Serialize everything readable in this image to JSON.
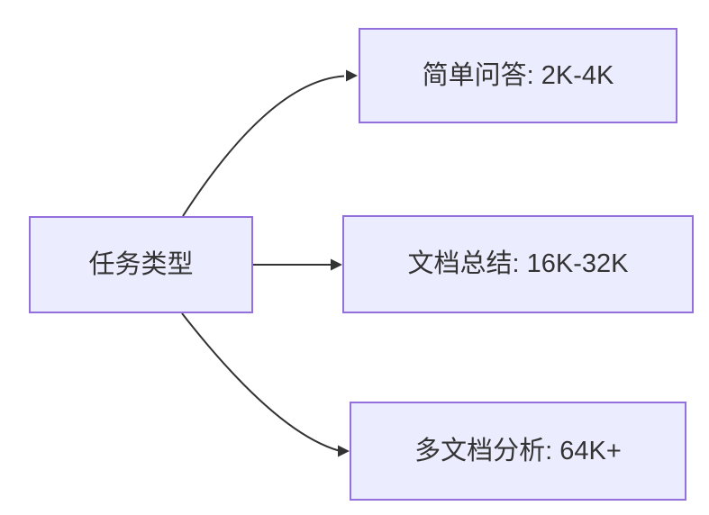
{
  "diagram": {
    "type": "flowchart-left-to-right",
    "background": "#FFFFFF",
    "colors": {
      "node_fill": "#ECECFF",
      "node_border": "#9370DB",
      "edge": "#333333",
      "text": "#333333"
    },
    "root": {
      "label": "任务类型"
    },
    "branches": [
      {
        "label": "简单问答: 2K-4K"
      },
      {
        "label": "文档总结: 16K-32K"
      },
      {
        "label": "多文档分析: 64K+"
      }
    ],
    "edges": [
      {
        "from": "任务类型",
        "to": "简单问答: 2K-4K"
      },
      {
        "from": "任务类型",
        "to": "文档总结: 16K-32K"
      },
      {
        "from": "任务类型",
        "to": "多文档分析: 64K+"
      }
    ]
  }
}
